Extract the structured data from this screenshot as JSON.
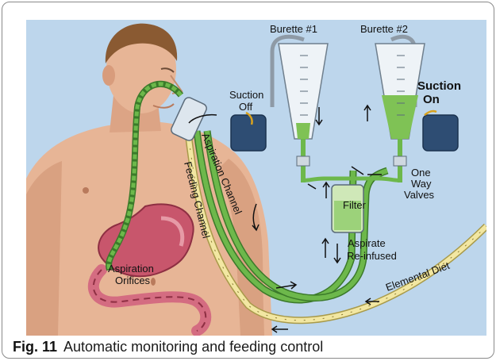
{
  "figure": {
    "labels": {
      "burette1": "Burette #1",
      "burette2": "Burette #2",
      "suction_off_1": "Suction",
      "suction_off_2": "Off",
      "suction_on_1": "Suction",
      "suction_on_2": "On",
      "one_way_1": "One",
      "one_way_2": "Way",
      "one_way_3": "Valves",
      "filter": "Filter",
      "aspirate_1": "Aspirate",
      "aspirate_2": "Re-infused",
      "aspiration_channel": "Aspiration Channel",
      "feeding_channel": "Feeding Channel",
      "elemental_diet": "Elemental Diet",
      "aspiration_orifices_1": "Aspiration",
      "aspiration_orifices_2": "Orifices"
    },
    "colors": {
      "background": "#bdd6ec",
      "skin": "#e7b596",
      "hair": "#8a5a32",
      "aspiration_tube": "#6db84b",
      "feeding_tube": "#f2e7a2",
      "stomach": "#c8566c",
      "fluid_green": "#7fc255",
      "canister": "#2e4d73"
    }
  },
  "caption": {
    "number": "Fig. 11",
    "text": "Automatic monitoring and feeding control"
  }
}
